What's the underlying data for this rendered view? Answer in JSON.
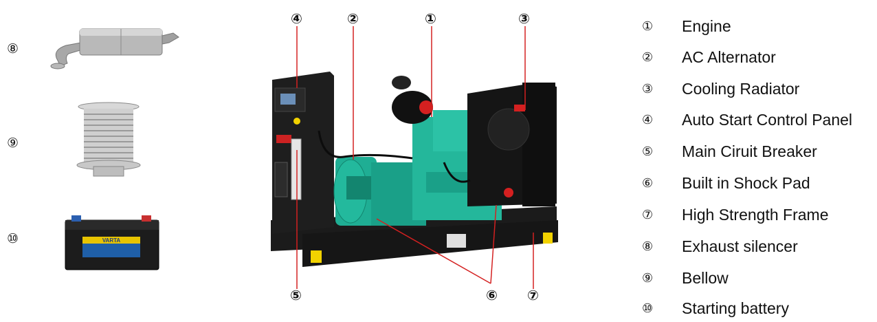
{
  "colors": {
    "alternator_teal": "#1fae94",
    "frame_black": "#1b1b1b",
    "leader_red": "#d42020",
    "warning_yellow": "#f2d200",
    "battery_blue": "#1f5fa8"
  },
  "left_parts": [
    {
      "marker": "⑧",
      "icon": "exhaust-silencer-icon"
    },
    {
      "marker": "⑨",
      "icon": "bellow-icon"
    },
    {
      "marker": "⑩",
      "icon": "starting-battery-icon"
    }
  ],
  "battery_brand": "VARTA",
  "top_markers": [
    "④",
    "②",
    "①",
    "③"
  ],
  "bottom_markers": [
    "⑤",
    "⑥",
    "⑦"
  ],
  "legend": [
    {
      "marker": "①",
      "label": "Engine"
    },
    {
      "marker": "②",
      "label": "AC Alternator"
    },
    {
      "marker": "③",
      "label": "Cooling Radiator"
    },
    {
      "marker": "④",
      "label": "Auto Start Control Panel"
    },
    {
      "marker": "⑤",
      "label": "Main Ciruit Breaker"
    },
    {
      "marker": "⑥",
      "label": "Built in Shock Pad"
    },
    {
      "marker": "⑦",
      "label": "High Strength Frame"
    },
    {
      "marker": "⑧",
      "label": "Exhaust silencer"
    },
    {
      "marker": "⑨",
      "label": "Bellow"
    },
    {
      "marker": "⑩",
      "label": "Starting battery"
    }
  ]
}
